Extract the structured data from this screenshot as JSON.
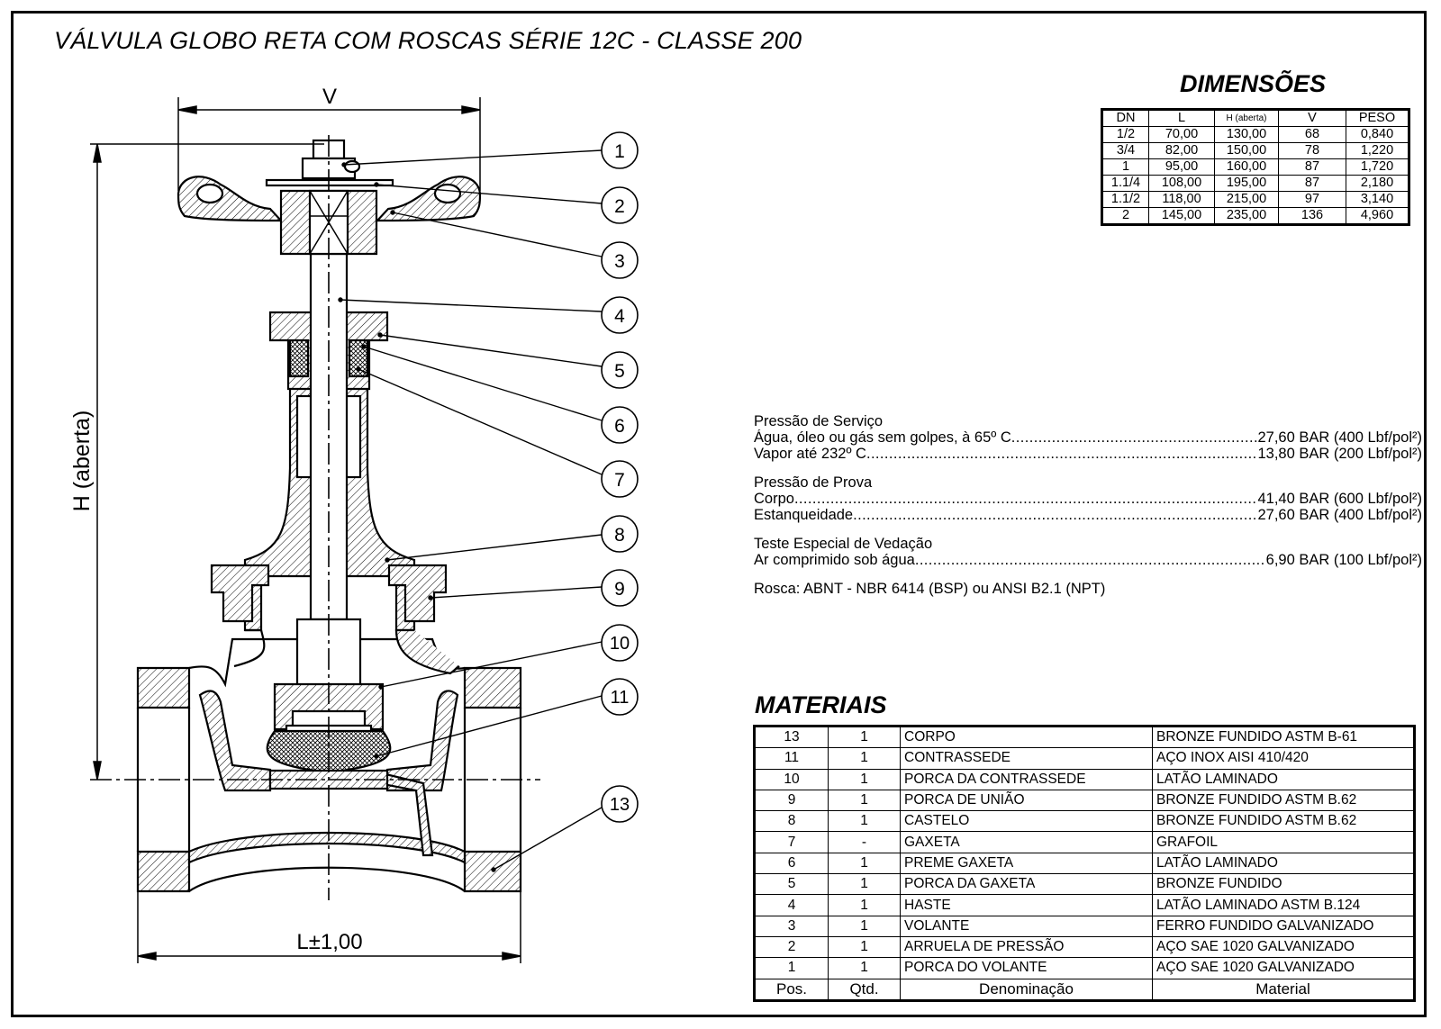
{
  "title": "VÁLVULA GLOBO RETA COM ROSCAS SÉRIE 12C -  CLASSE 200",
  "drawing": {
    "dim_v": "V",
    "dim_h": "H (aberta)",
    "dim_l": "L±1,00",
    "balloons": [
      "1",
      "2",
      "3",
      "4",
      "5",
      "6",
      "7",
      "8",
      "9",
      "10",
      "11",
      "13"
    ]
  },
  "dimensions": {
    "heading": "DIMENSÕES",
    "headers": [
      "DN",
      "L",
      "H (aberta)",
      "V",
      "PESO"
    ],
    "rows": [
      [
        "1/2",
        "70,00",
        "130,00",
        "68",
        "0,840"
      ],
      [
        "3/4",
        "82,00",
        "150,00",
        "78",
        "1,220"
      ],
      [
        "1",
        "95,00",
        "160,00",
        "87",
        "1,720"
      ],
      [
        "1.1/4",
        "108,00",
        "195,00",
        "87",
        "2,180"
      ],
      [
        "1.1/2",
        "118,00",
        "215,00",
        "97",
        "3,140"
      ],
      [
        "2",
        "145,00",
        "235,00",
        "136",
        "4,960"
      ]
    ]
  },
  "specs": {
    "service": {
      "title": "Pressão de Serviço",
      "lines": [
        {
          "label": "Água, óleo ou gás sem golpes, à 65º C ",
          "value": " 27,60 BAR (400 Lbf/pol²)"
        },
        {
          "label": "Vapor até 232º C ",
          "value": " 13,80 BAR (200 Lbf/pol²)"
        }
      ]
    },
    "test": {
      "title": "Pressão de Prova",
      "lines": [
        {
          "label": "Corpo ",
          "value": " 41,40 BAR (600 Lbf/pol²)"
        },
        {
          "label": "Estanqueidade ",
          "value": " 27,60 BAR (400 Lbf/pol²)"
        }
      ]
    },
    "seal": {
      "title": "Teste Especial de Vedação",
      "lines": [
        {
          "label": "Ar comprimido sob água ",
          "value": " 6,90 BAR (100 Lbf/pol²)"
        }
      ]
    },
    "thread": "Rosca: ABNT - NBR 6414 (BSP) ou ANSI B2.1 (NPT)"
  },
  "materials": {
    "heading": "MATERIAIS",
    "rows": [
      [
        "13",
        "1",
        "CORPO",
        "BRONZE FUNDIDO ASTM B-61"
      ],
      [
        "11",
        "1",
        "CONTRASSEDE",
        "AÇO INOX AISI 410/420"
      ],
      [
        "10",
        "1",
        "PORCA DA CONTRASSEDE",
        "LATÃO LAMINADO"
      ],
      [
        "9",
        "1",
        "PORCA DE UNIÃO",
        "BRONZE FUNDIDO ASTM B.62"
      ],
      [
        "8",
        "1",
        "CASTELO",
        "BRONZE FUNDIDO ASTM B.62"
      ],
      [
        "7",
        "-",
        "GAXETA",
        "GRAFOIL"
      ],
      [
        "6",
        "1",
        "PREME GAXETA",
        "LATÃO LAMINADO"
      ],
      [
        "5",
        "1",
        "PORCA DA GAXETA",
        "BRONZE FUNDIDO"
      ],
      [
        "4",
        "1",
        "HASTE",
        "LATÃO LAMINADO ASTM B.124"
      ],
      [
        "3",
        "1",
        "VOLANTE",
        "FERRO FUNDIDO GALVANIZADO"
      ],
      [
        "2",
        "1",
        "ARRUELA DE PRESSÃO",
        "AÇO SAE 1020 GALVANIZADO"
      ],
      [
        "1",
        "1",
        "PORCA DO VOLANTE",
        "AÇO SAE 1020 GALVANIZADO"
      ]
    ],
    "headers": [
      "Pos.",
      "Qtd.",
      "Denominação",
      "Material"
    ]
  }
}
